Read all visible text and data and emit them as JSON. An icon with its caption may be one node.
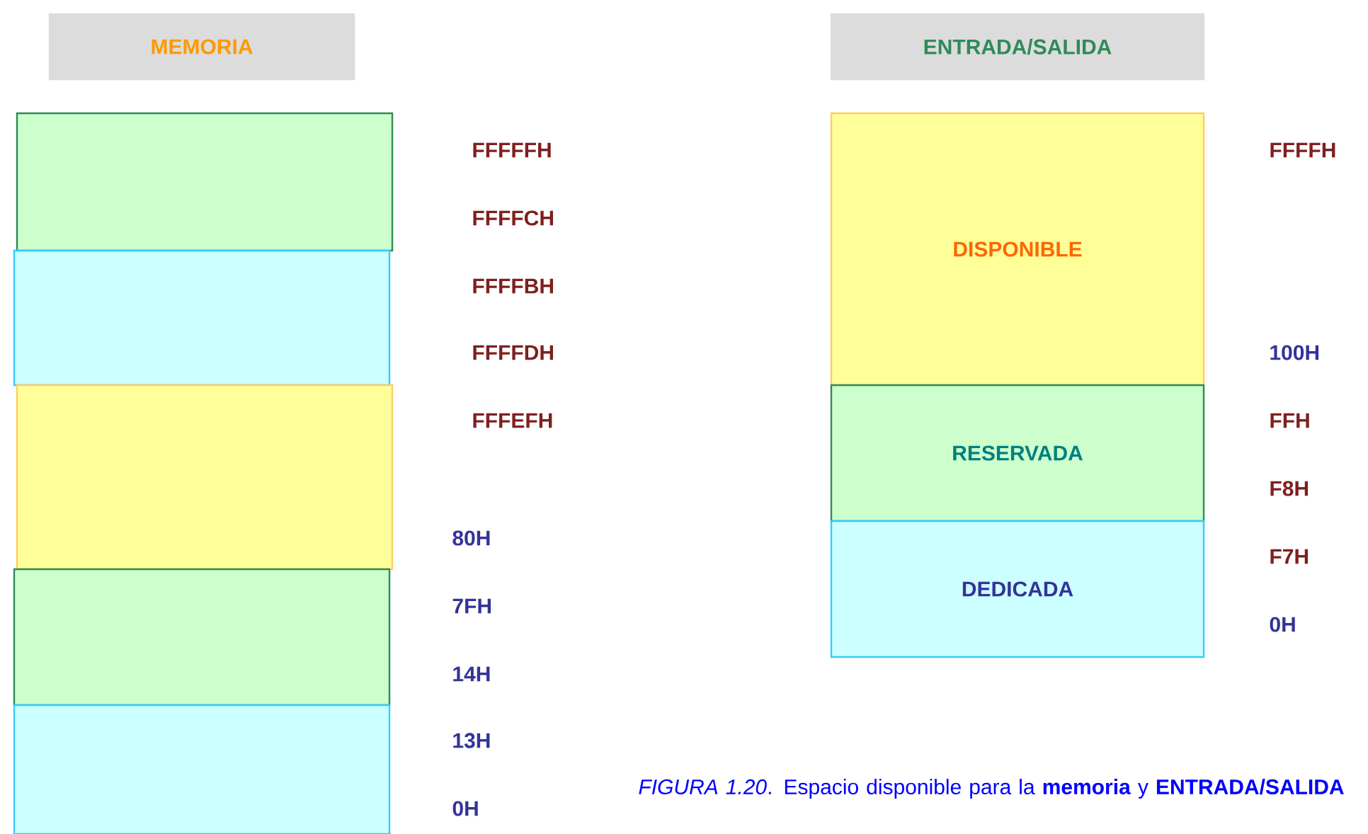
{
  "diagram": {
    "caption": "*FIGURA 1.20*. Espacio disponible para la **memoria** y **ENTRADA/SALIDA**",
    "nodes": [
      {
        "text": [
          "MEMORIA"
        ]
      },
      {
        "text": [],
        "shape": "box"
      },
      {
        "text": [],
        "shape": "box"
      },
      {
        "text": [],
        "shape": "box"
      },
      {
        "text": [],
        "shape": "box"
      },
      {
        "text": [],
        "shape": "box"
      },
      {
        "text": [
          "ENTRADA/SALIDA"
        ]
      },
      {
        "text": [
          "DISPONIBLE"
        ]
      },
      {
        "text": [
          "RESERVADA"
        ]
      },
      {
        "text": [
          "DEDICADA"
        ]
      }
    ],
    "labels": [
      "FFFFFH",
      "FFFFCH",
      "FFFFBH",
      "FFFFDH",
      "FFFEFH",
      "80H",
      "7FH",
      "14H",
      "13H",
      "0H",
      "FFFFH",
      "100H",
      "FFH",
      "F8H",
      "F7H",
      "0H"
    ]
  }
}
